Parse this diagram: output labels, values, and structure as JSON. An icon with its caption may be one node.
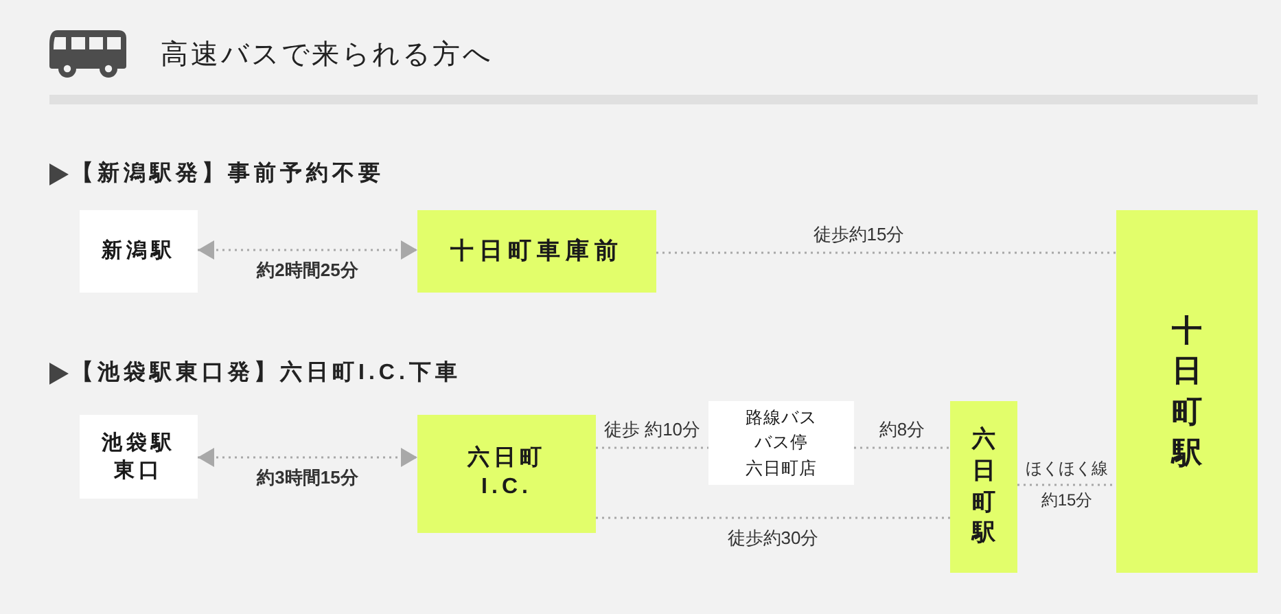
{
  "diagram": {
    "title": "高速バスで来られる方へ",
    "nodes": [
      {
        "text": [
          "新潟駅"
        ]
      },
      {
        "text": [
          "十日町車庫前"
        ]
      },
      {
        "text": [
          "十日町駅"
        ]
      },
      {
        "text": [
          "池袋駅東口"
        ]
      },
      {
        "text": [
          "六日町I.C."
        ]
      },
      {
        "text": [
          "路線バス",
          "バス停",
          "六日町店"
        ]
      },
      {
        "text": [
          "六日町駅"
        ]
      }
    ],
    "edges": [
      {
        "from": 0,
        "to": 1,
        "arrow": "both",
        "label": "約2時間25分"
      },
      {
        "from": 1,
        "to": 2,
        "arrow": "none",
        "label": "徒歩約15分"
      },
      {
        "from": 3,
        "to": 4,
        "arrow": "both",
        "label": "約3時間15分"
      },
      {
        "from": 4,
        "to": 5,
        "arrow": "none",
        "label": "徒歩 約10分"
      },
      {
        "from": 5,
        "to": 6,
        "arrow": "none",
        "label": "約8分"
      },
      {
        "from": 4,
        "to": 6,
        "arrow": "none",
        "label": "徒歩約30分"
      },
      {
        "from": 6,
        "to": 2,
        "arrow": "none",
        "label": "ほくほく線約15分"
      }
    ],
    "labels": [
      "【新潟駅発】事前予約不要",
      "【池袋駅東口発】六日町I.C.下車"
    ]
  }
}
